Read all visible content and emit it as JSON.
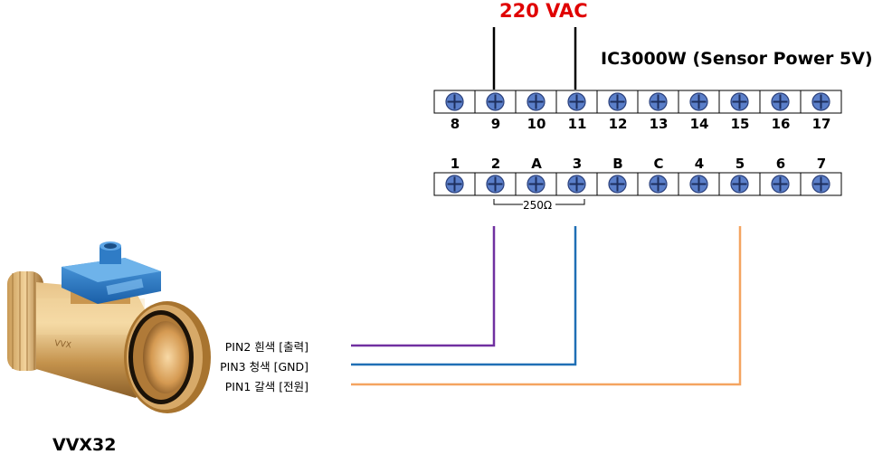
{
  "supply": {
    "voltage_label": "220 VAC"
  },
  "controller": {
    "title": "IC3000W (Sensor Power 5V)",
    "top_row": [
      "8",
      "9",
      "10",
      "11",
      "12",
      "13",
      "14",
      "15",
      "16",
      "17"
    ],
    "bottom_row": [
      "1",
      "2",
      "A",
      "3",
      "B",
      "C",
      "4",
      "5",
      "6",
      "7"
    ]
  },
  "resistor": {
    "label": "250Ω"
  },
  "sensor": {
    "model": "VVX32",
    "pins": [
      {
        "label": "PIN2 흰색 [출력]",
        "color": "#7030a0"
      },
      {
        "label": "PIN3 청색 [GND]",
        "color": "#1f6fb5"
      },
      {
        "label": "PIN1 갈색 [전원]",
        "color": "#f4a460"
      }
    ]
  }
}
